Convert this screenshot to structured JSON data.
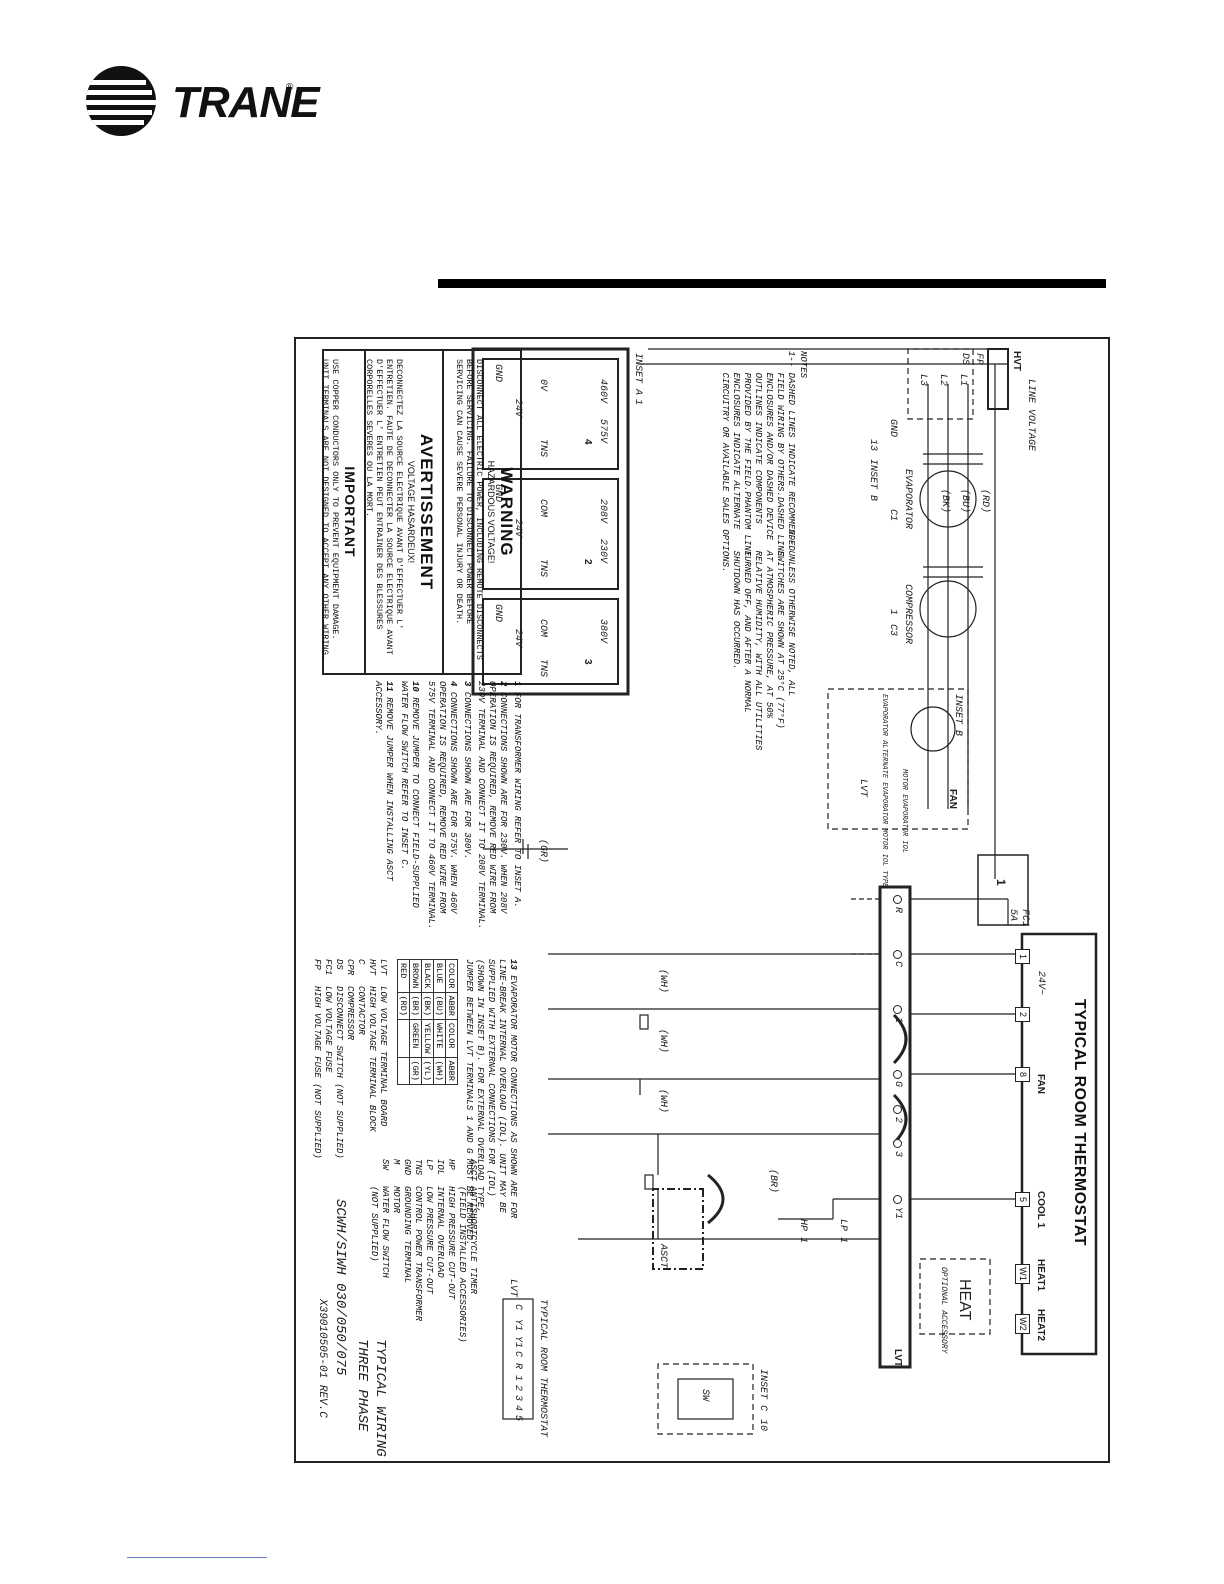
{
  "header": {
    "brand": "TRANE",
    "reg": "®"
  },
  "thermostat": {
    "title": "TYPICAL ROOM THERMOSTAT",
    "terminals": [
      "1",
      "2",
      "8",
      "5",
      "W1",
      "W2"
    ],
    "labels": {
      "v24": "24V~",
      "fan": "FAN",
      "cool1": "COOL 1",
      "heat1": "HEAT1",
      "heat2": "HEAT2"
    },
    "heat_box": {
      "title": "HEAT",
      "sub": "OPTIONAL ACCESSORY"
    }
  },
  "lvt": {
    "label": "LVT",
    "terminals": [
      "R",
      "C",
      "1",
      "G",
      "2",
      "3",
      "Y1"
    ]
  },
  "power": {
    "line_voltage": "LINE VOLTAGE",
    "lines": [
      "L1",
      "L2",
      "L3"
    ],
    "hvt": "HVT",
    "ds": "DS",
    "fp": "FP",
    "gnd": "GND"
  },
  "components": {
    "evaporator": "EVAPORATOR",
    "compressor": "COMPRESSOR",
    "compressor_num": "1",
    "inset_b": "INSET B",
    "inset_b_num": "13",
    "c1": "C1",
    "c3": "C3",
    "inset_b_box": "INSET B",
    "alt_motor": "EVAPORATOR ALTERNATE EVAPORATOR MOTOR IOL TYPE",
    "motor_overload": "MOTOR EVAPORATOR IOL",
    "lvt_small": "LVT",
    "fan_small": "FAN",
    "transformer_box": "1",
    "fc1": "FC1",
    "fc1_rating": "5A",
    "hp": "HP 1",
    "lp": "LP 1",
    "asct": "ASCT",
    "inset_c": "INSET C",
    "inset_c_num": "10",
    "sw": "SW",
    "wires": {
      "rd": "(RD)",
      "bu": "(BU)",
      "bk": "(BK)",
      "wh": "(WH)",
      "br": "(BR)",
      "gr": "(GR)"
    }
  },
  "notes": {
    "title": "NOTES",
    "note1": "1-- DASHED LINES INDICATE RECOMMENDED\n    FIELD WIRING BY OTHERS.DASHED LINE\n    ENCLOSURES AND/OR DASHED DEVICE\n    OUTLINES INDICATE COMPONENTS\n    PROVIDED BY THE FIELD.PHANTOM LINE\n    ENCLOSURES INDICATE ALTERNATE\n    CIRCUITRY OR AVAILABLE SALES OPTIONS.",
    "note2": "2-- UNLESS OTHERWISE NOTED, ALL\n    SWITCHES ARE SHOWN AT 25°C (77°F)\n    AT ATMOSPHERIC PRESSURE, AT 50%\n    RELATIVE HUMIDITY, WITH ALL UTILITIES\n    TURNED OFF, AND AFTER A NORMAL\n    SHUTDOWN HAS OCCURRED."
  },
  "inset_a": {
    "label": "INSET A",
    "num": "1",
    "t1": {
      "taps": [
        "460V",
        "575V"
      ],
      "common": "0V",
      "num": "4"
    },
    "t2": {
      "taps": [
        "208V",
        "230V"
      ],
      "common": "COM",
      "num": "2"
    },
    "t3": {
      "taps": [
        "380V"
      ],
      "common": "COM",
      "num": "3"
    },
    "secondary": "24V",
    "tns": "TNS",
    "gnd": "GND",
    "wh": "WH",
    "rd": "RD",
    "gr": "GR"
  },
  "warning": {
    "title": "WARNING",
    "sub": "HAZARDOUS VOLTAGE!",
    "text": "DISCONNECT ALL ELECTRIC POWER, INCLUDING REMOTE DISCONNECTS BEFORE SERVICING. FAILURE TO DISCONNECT POWER BEFORE SERVICING CAN CAUSE SEVERE PERSONAL INJURY OR DEATH.",
    "fr_title": "AVERTISSEMENT",
    "fr_sub": "VOLTAGE HASARDEUX!",
    "fr_text": "DECONNECTEZ LA SOURCE ELECTRIQUE AVANT D'EFFECTUER L' ENTRETIEN. FAUTE DE DECONNECTER LA SOURCE ELECTRIQUE AVANT D'EFFECTUER L' ENTRETIEN PEUT ENTRAINER DES BLESSURES CORPORELLES SEVERES OU LA MORT.",
    "imp_title": "IMPORTANT",
    "imp_text": "USE COPPER CONDUCTORS ONLY TO PREVENT EQUIPMENT DAMAGE. UNIT TERMINALS ARE NOT DESIGNED TO ACCEPT ANY OTHER WIRING."
  },
  "callouts": [
    {
      "num": "1",
      "text": "FOR TRANSFORMER WIRING REFER TO INSET A."
    },
    {
      "num": "2",
      "text": "CONNECTIONS SHOWN ARE FOR 230V. WHEN 208V\nOPERATION IS REQUIRED, REMOVE RED WIRE FROM\n230V TERMINAL AND CONNECT IT TO 208V TERMINAL."
    },
    {
      "num": "3",
      "text": "CONNECTIONS SHOWN ARE FOR 380V."
    },
    {
      "num": "4",
      "text": "CONNECTIONS SHOWN ARE FOR 575V. WHEN 460V\nOPERATION IS REQUIRED, REMOVE RED WIRE FROM\n575V TERMINAL AND CONNECT IT TO 460V TERMINAL."
    },
    {
      "num": "10",
      "text": "REMOVE JUMPER TO CONNECT FIELD-SUPPLIED\nWATER FLOW SWITCH REFER TO INSET C."
    },
    {
      "num": "11",
      "text": "REMOVE JUMPER WHEN INSTALLING ASCT\nACCESSORY."
    }
  ],
  "callout13": {
    "num": "13",
    "text": "EVAPORATOR MOTOR CONNECTIONS AS SHOWN ARE FOR\nLINE-BREAK INTERNAL OVERLOAD (IOL). UNIT MAY BE\nSUPPLIED WITH EXTERNAL CONNECTIONS FOR (IOL)\n(SHOWN IN INSET B). FOR EXTERNAL OVERLOAD TYPE,\nJUMPER BETWEEN LVT TERMINALS 1 AND G MUST BE REMOVED."
  },
  "color_table": {
    "headers": [
      "COLOR",
      "ABBR",
      "COLOR",
      "ABBR"
    ],
    "rows": [
      [
        "BLUE",
        "(BU)",
        "WHITE",
        "(WH)"
      ],
      [
        "BLACK",
        "(BK)",
        "YELLOW",
        "(YL)"
      ],
      [
        "BROWN",
        "(BR)",
        "GREEN",
        "(GR)"
      ],
      [
        "RED",
        "(RD)",
        "",
        ""
      ]
    ]
  },
  "legend_left": [
    "LVT  LOW VOLTAGE TERMINAL BOARD",
    "HVT  HIGH VOLTAGE TERMINAL BLOCK",
    "C    CONTACTOR",
    "CPR  COMPRESSOR",
    "DS   DISCONNECT SWITCH (NOT SUPPLIED)",
    "FC1  LOW VOLTAGE FUSE",
    "FP   HIGH VOLTAGE FUSE (NOT SUPPLIED)"
  ],
  "legend_right": [
    "ASCT ANTISHORTCYCLE TIMER",
    "     (FIELD INSTALLED ACCESSORIES)",
    "HP   HIGH PRESSURE CUT-OUT",
    "IOL  INTERNAL OVERLOAD",
    "LP   LOW PRESSURE CUT-OUT",
    "TNS  CONTROL POWER TRANSFORMER",
    "GND  GROUNDING TERMINAL",
    "M    MOTOR",
    "SW   WATER FLOW SWITCH",
    "     (NOT SUPPLIED)"
  ],
  "small_table": {
    "title": "TYPICAL ROOM THERMOSTAT",
    "lvt": "LVT",
    "row": [
      "C",
      "Y1",
      "Y1",
      "C",
      "R",
      "1",
      "2",
      "3",
      "4",
      "5"
    ]
  },
  "title_block": {
    "line1": "TYPICAL WIRING",
    "line2": "THREE PHASE",
    "models": "SCWH/SIWH 030/050/075",
    "drawing_no": "X39010505-01  REV.C"
  }
}
